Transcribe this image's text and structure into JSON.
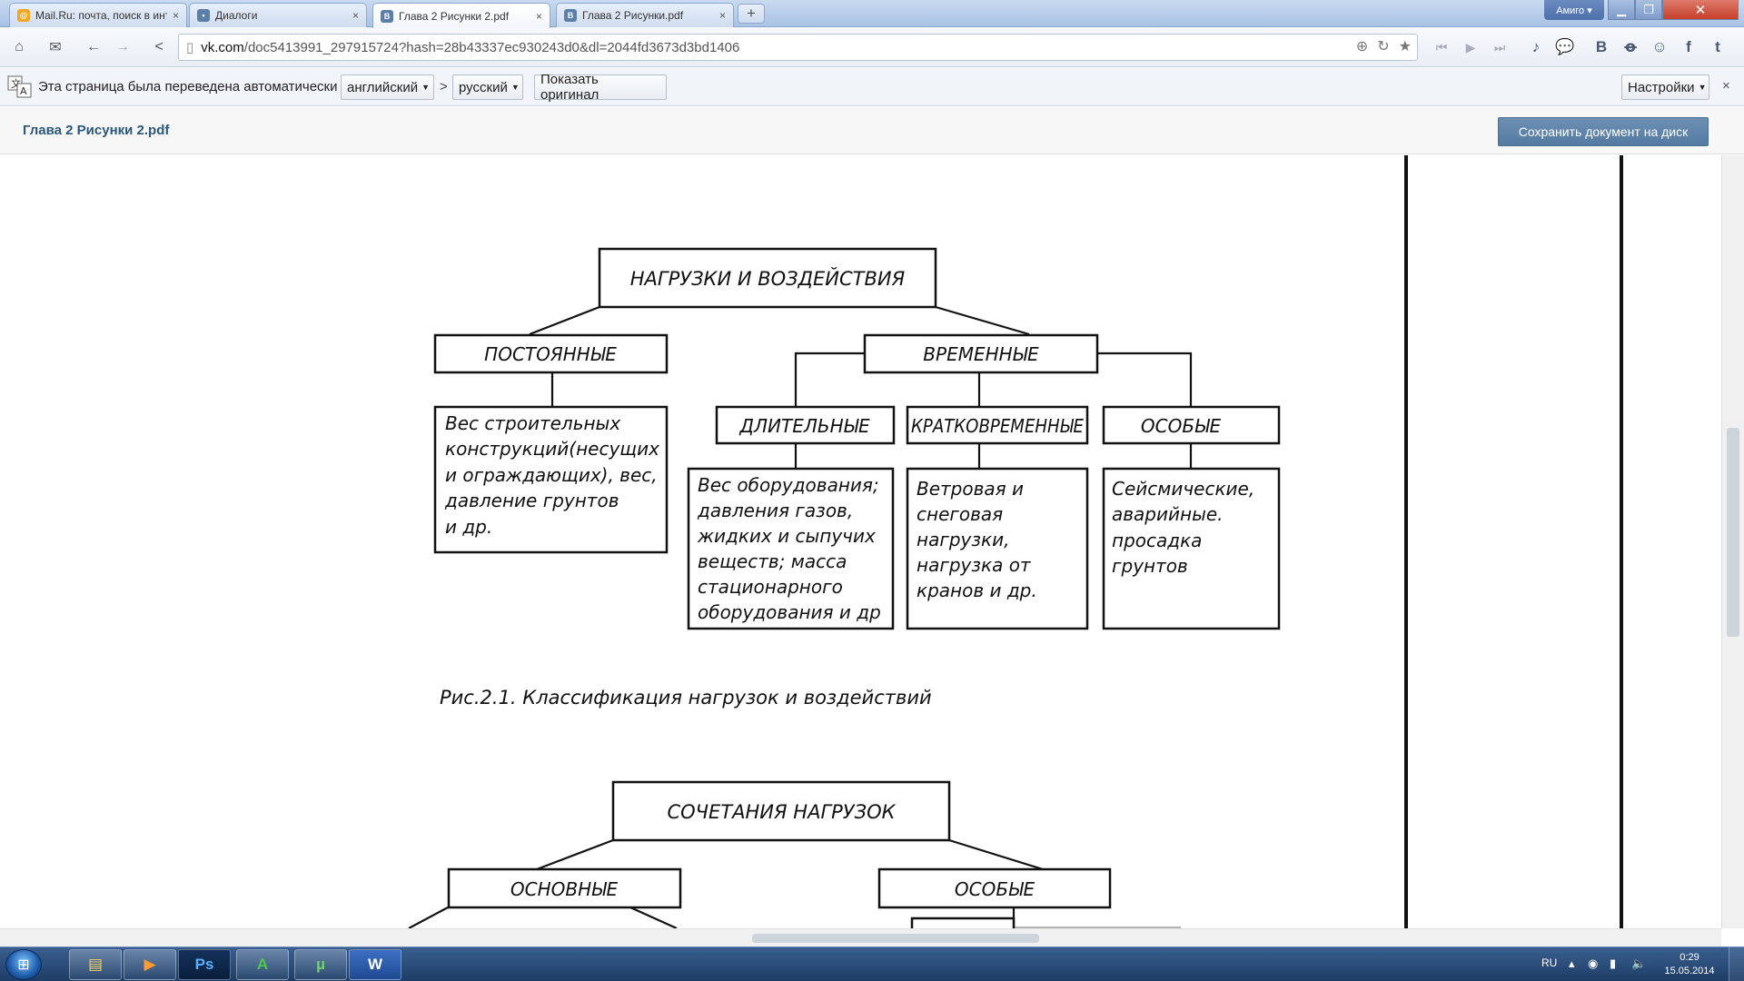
{
  "browser": {
    "tabs": [
      {
        "title": "Mail.Ru: почта, поиск в инт",
        "favicon": "mailru-icon",
        "active": false
      },
      {
        "title": "Диалоги",
        "favicon": "vk-icon",
        "active": false
      },
      {
        "title": "Глава 2 Рисунки 2.pdf",
        "favicon": "vk-icon",
        "active": true
      },
      {
        "title": "Глава 2 Рисунки.pdf",
        "favicon": "vk-icon",
        "active": false
      }
    ],
    "tab_close_glyph": "×",
    "new_tab_glyph": "+",
    "profile_label": "Амиго ▾",
    "window_controls": {
      "minimize": "▁",
      "maximize": "❐",
      "close": "✕"
    },
    "address": {
      "domain": "vk.com",
      "path": "/doc5413991_297915724?hash=28b43337ec930243d0&dl=2044fd3673d3bd1406"
    },
    "extensions": [
      "music-icon",
      "chat-icon",
      "vk-icon",
      "odnoklassniki-icon",
      "friends-icon",
      "facebook-icon",
      "twitter-icon"
    ]
  },
  "translate_bar": {
    "message": "Эта страница была переведена автоматически",
    "from_language": "английский",
    "to_language": "русский",
    "arrow": ">",
    "show_original": "Показать оригинал",
    "settings": "Настройки",
    "close": "×"
  },
  "document": {
    "title": "Глава 2 Рисунки 2.pdf",
    "save_button": "Сохранить документ на диск"
  },
  "diagram1": {
    "root": "НАГРУЗКИ И ВОЗДЕЙСТВИЯ",
    "permanent": "ПОСТОЯННЫЕ",
    "temporary": "ВРЕМЕННЫЕ",
    "long_term": "ДЛИТЕЛЬНЫЕ",
    "short_term": "КРАТКОВРЕМЕННЫЕ",
    "special": "ОСОБЫЕ",
    "permanent_desc": [
      "Вес строительных",
      "конструкций(несущих",
      "и ограждающих), вес,",
      "давление грунтов",
      "и др."
    ],
    "long_term_desc": [
      "Вес оборудования;",
      "давления газов,",
      "жидких и сыпучих",
      "веществ; масса",
      "стационарного",
      "оборудования и др"
    ],
    "short_term_desc": [
      "Ветровая и",
      "снеговая",
      "нагрузки,",
      "нагрузка от",
      "кранов и др."
    ],
    "special_desc": [
      "Сейсмические,",
      "аварийные.",
      "просадка",
      "грунтов"
    ],
    "caption": "Рис.2.1. Классификация нагрузок и воздействий"
  },
  "diagram2": {
    "root": "СОЧЕТАНИЯ НАГРУЗОК",
    "basic": "ОСНОВНЫЕ",
    "special": "ОСОБЫЕ"
  },
  "taskbar": {
    "apps": [
      "explorer-icon",
      "media-player-icon",
      "photoshop-icon",
      "amigo-icon",
      "utorrent-icon",
      "word-icon"
    ],
    "app_labels": [
      "",
      "",
      "Ps",
      "",
      "",
      "W"
    ],
    "language": "RU",
    "time": "0:29",
    "date": "15.05.2014"
  }
}
